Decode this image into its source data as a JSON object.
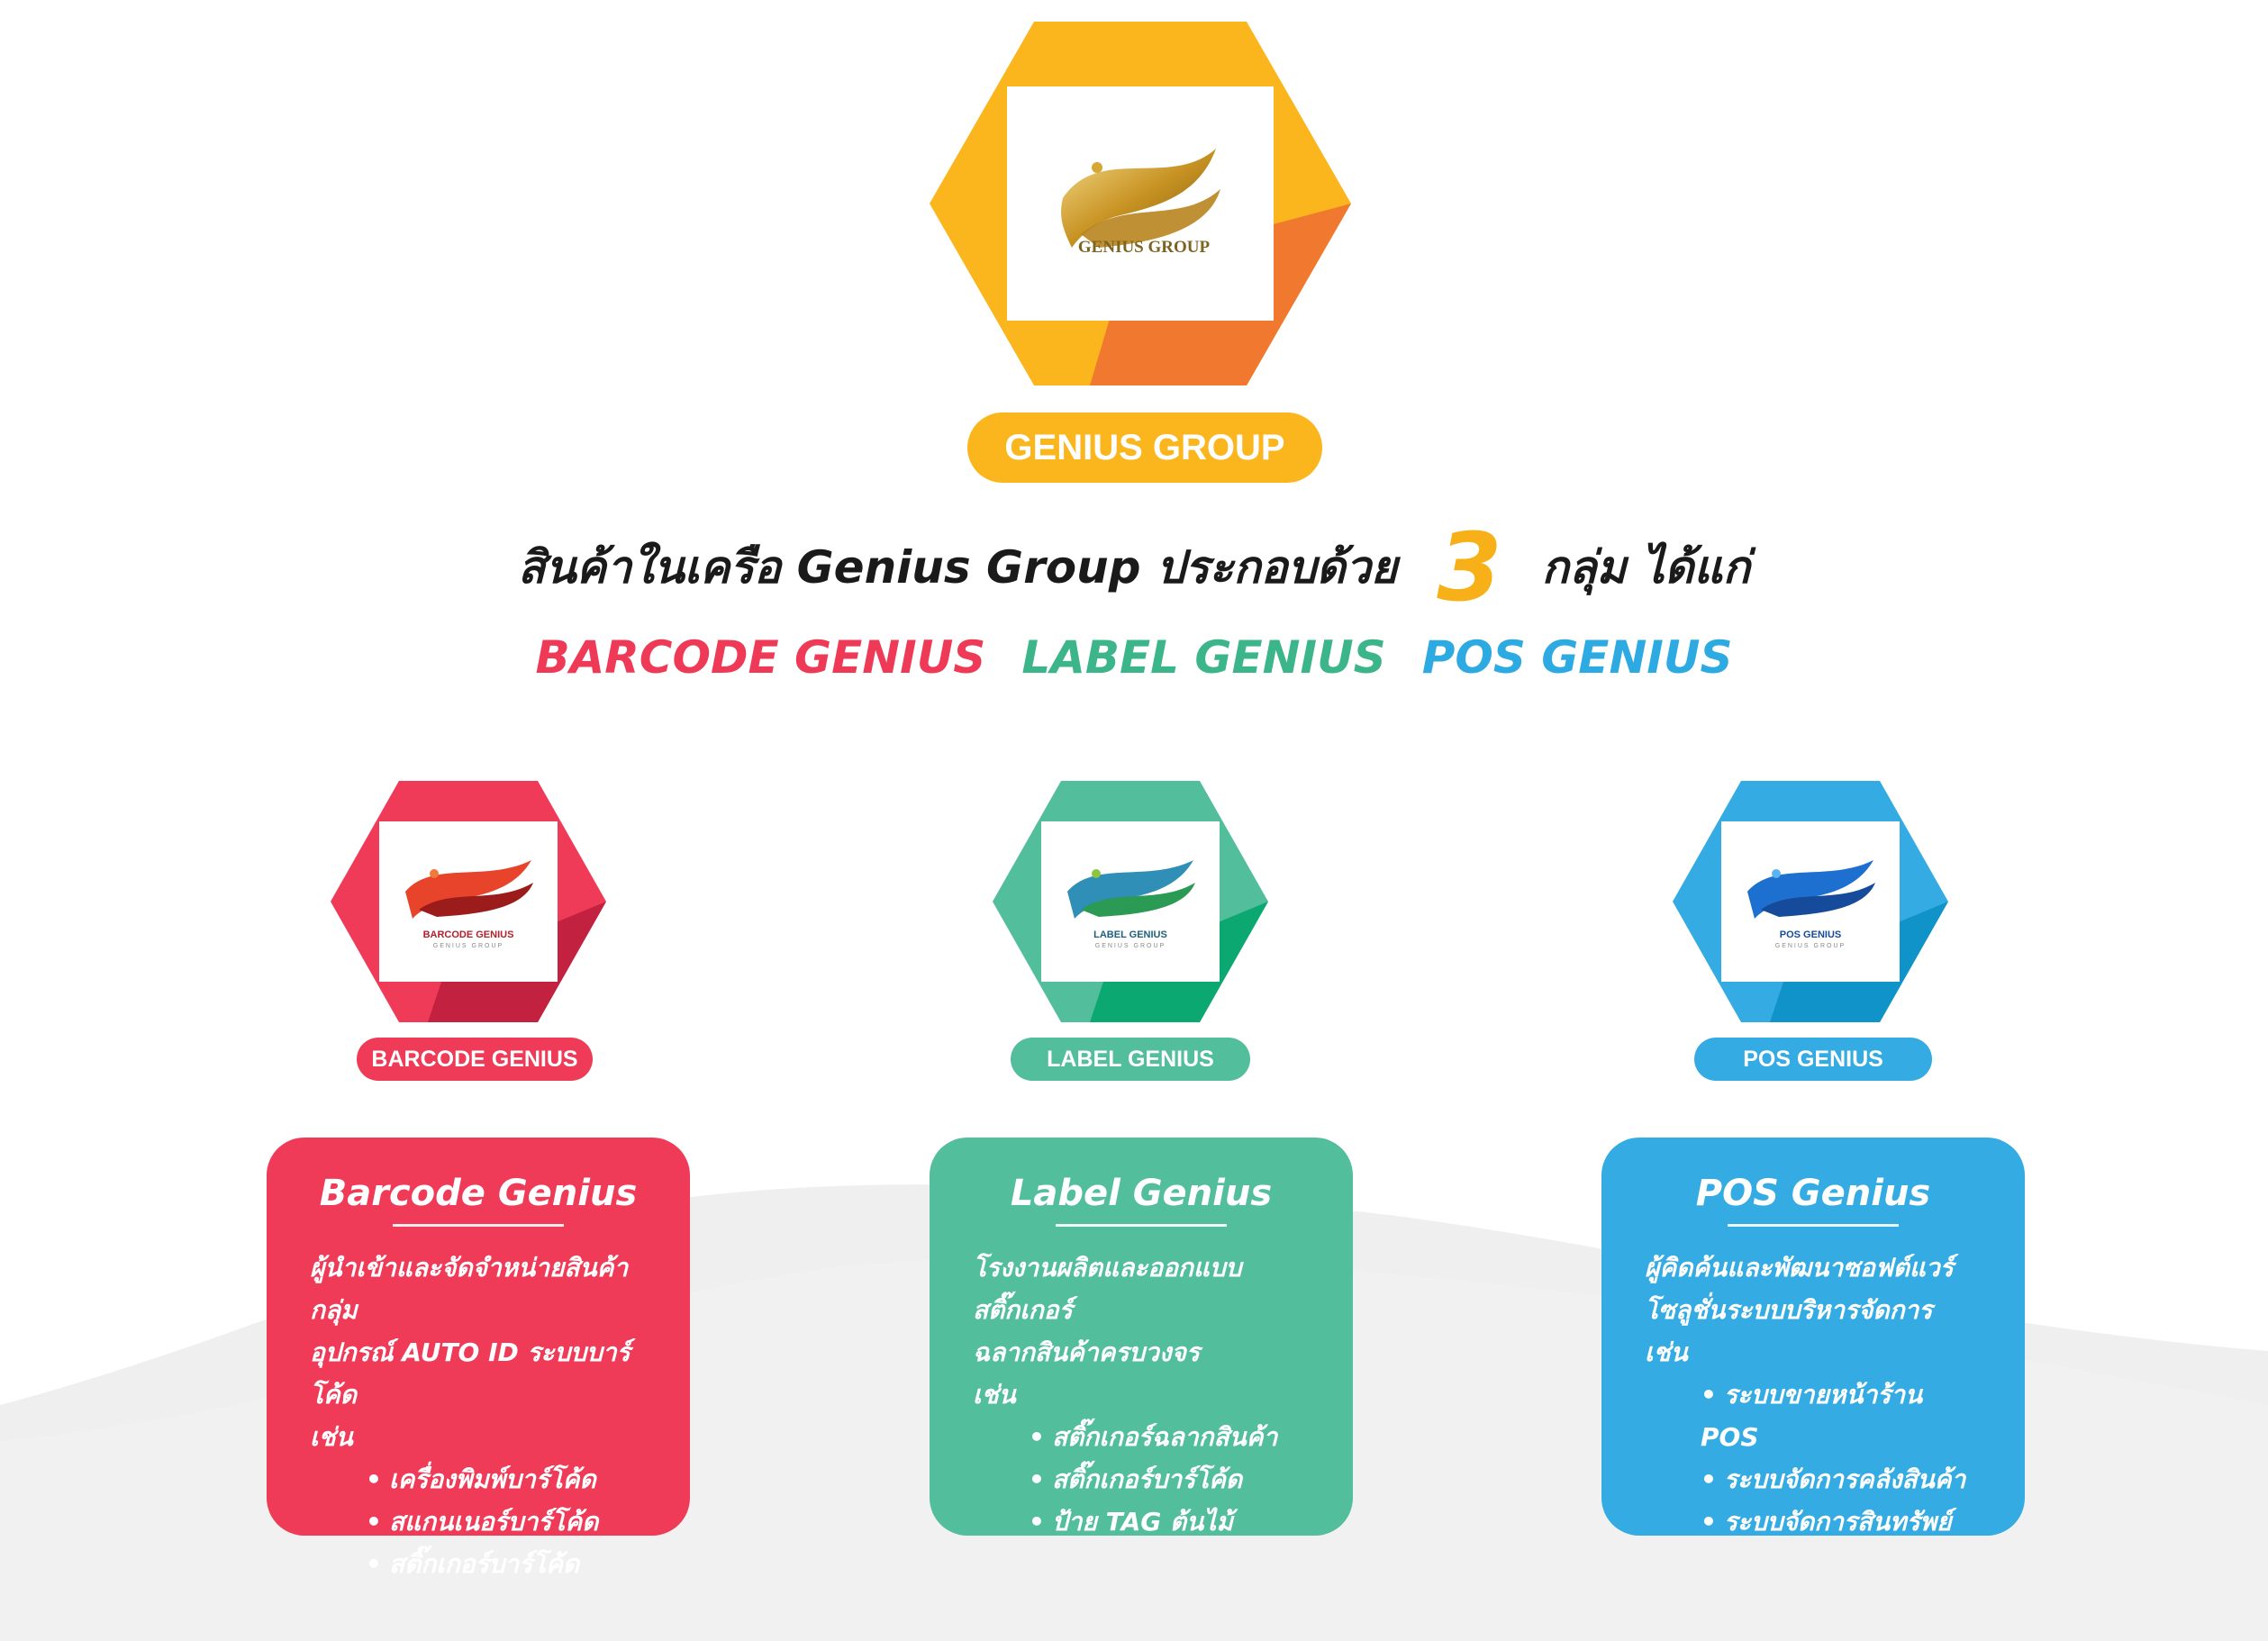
{
  "top_logo": {
    "logo_text": "GENIUS GROUP",
    "pill_label": "GENIUS GROUP"
  },
  "headline": {
    "before": "สินค้าในเครือ Genius Group ประกอบด้วย",
    "number": "3",
    "after": "กลุ่ม ได้แก่"
  },
  "brands": [
    {
      "label": "BARCODE GENIUS",
      "color": "#ee3a56"
    },
    {
      "label": "LABEL GENIUS",
      "color": "#3db58a"
    },
    {
      "label": "POS GENIUS",
      "color": "#2eaae2"
    }
  ],
  "groups": [
    {
      "logo_title": "BARCODE GENIUS",
      "logo_sub": "GENIUS GROUP",
      "pill_label": "BARCODE GENIUS",
      "card_title": "Barcode Genius",
      "desc_lines": [
        "ผู้นำเข้าและจัดจำหน่ายสินค้ากลุ่ม",
        "อุปกรณ์ AUTO ID ระบบบาร์โค้ด",
        "เช่น"
      ],
      "items": [
        "เครื่องพิมพ์บาร์โค้ด",
        "สแกนเนอร์บาร์โค้ด",
        "สติ๊กเกอร์บาร์โค้ด"
      ],
      "color": "#ef3b57"
    },
    {
      "logo_title": "LABEL GENIUS",
      "logo_sub": "GENIUS GROUP",
      "pill_label": "LABEL GENIUS",
      "card_title": "Label Genius",
      "desc_lines": [
        "โรงงานผลิตและออกแบบสติ๊กเกอร์",
        "ฉลากสินค้าครบวงจร",
        "เช่น"
      ],
      "items": [
        "สติ๊กเกอร์ฉลากสินค้า",
        "สติ๊กเกอร์บาร์โค้ด",
        "ป้าย TAG ต้นไม้"
      ],
      "color": "#52be9b"
    },
    {
      "logo_title": "POS GENIUS",
      "logo_sub": "GENIUS GROUP",
      "pill_label": "POS GENIUS",
      "card_title": "POS Genius",
      "desc_lines": [
        "ผู้คิดค้นและพัฒนาซอฟต์แวร์",
        "โซลูชั่นระบบบริหารจัดการ",
        "เช่น"
      ],
      "items": [
        "ระบบขายหน้าร้าน POS",
        "ระบบจัดการคลังสินค้า",
        "ระบบจัดการสินทรัพย์"
      ],
      "color": "#34ace3"
    }
  ]
}
